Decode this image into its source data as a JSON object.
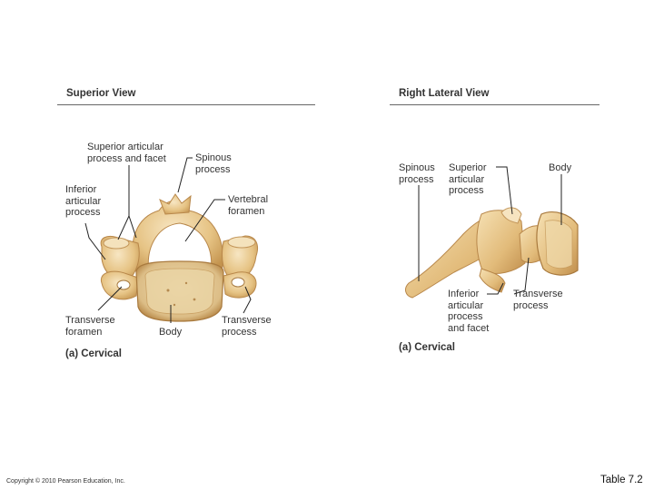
{
  "superior": {
    "title": "Superior View",
    "labels": {
      "superior_articular": "Superior articular\nprocess and facet",
      "spinous": "Spinous\nprocess",
      "inferior_articular": "Inferior\narticular\nprocess",
      "vertebral_foramen": "Vertebral\nforamen",
      "transverse_foramen": "Transverse\nforamen",
      "body": "Body",
      "transverse_process": "Transverse\nprocess"
    },
    "caption": "(a) Cervical"
  },
  "lateral": {
    "title": "Right Lateral View",
    "labels": {
      "spinous": "Spinous\nprocess",
      "superior_articular": "Superior\narticular\nprocess",
      "body": "Body",
      "inferior_articular": "Inferior\narticular\nprocess\nand facet",
      "transverse_process": "Transverse\nprocess"
    },
    "caption": "(a) Cervical"
  },
  "colors": {
    "bone": "#e9c98f",
    "bone_shadow": "#c79a58",
    "bone_light": "#f6e3bd",
    "leader": "#222222"
  },
  "footer": {
    "copyright": "Copyright © 2010 Pearson Education, Inc.",
    "table_ref": "Table 7.2"
  }
}
